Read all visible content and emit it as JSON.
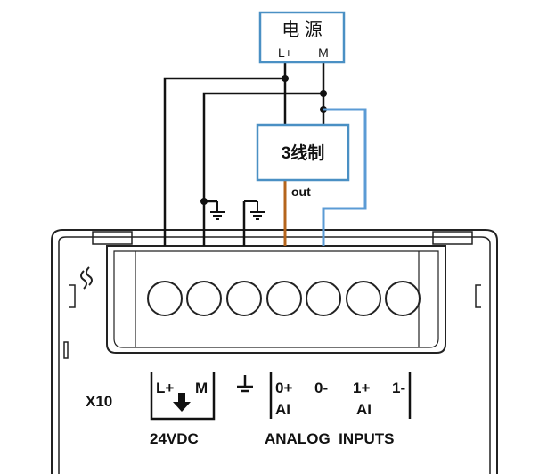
{
  "power_supply": {
    "title": "电 源",
    "terminal_plus": "L+",
    "terminal_minus": "M"
  },
  "sensor": {
    "title": "3线制",
    "output_label": "out"
  },
  "module": {
    "connector_name": "X10",
    "terminal_labels": [
      "L+",
      "M",
      "0+",
      "0-",
      "1+",
      "1-"
    ],
    "ai_labels": [
      "AI",
      "AI"
    ],
    "group_24vdc": "24VDC",
    "group_analog": "ANALOG  INPUTS"
  },
  "colors": {
    "wire_black": "#111111",
    "wire_blue": "#5b9bd5",
    "wire_brown": "#b5651d",
    "box_border": "#4a90c4"
  }
}
